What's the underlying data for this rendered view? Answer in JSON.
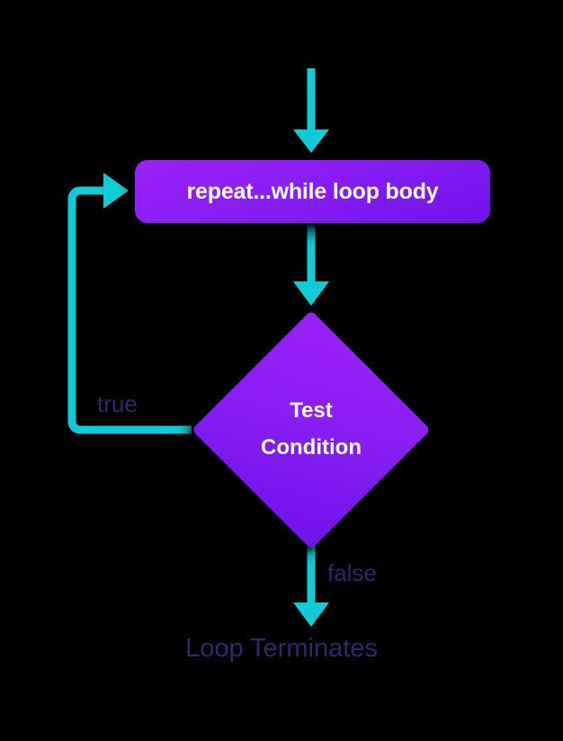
{
  "diagram": {
    "title": "repeat...while loop flowchart",
    "background_color": "#000000",
    "nodes": {
      "process": {
        "label": "repeat...while loop body",
        "shape": "rounded-rectangle",
        "fill_top": "#9B22F7",
        "fill_bottom": "#6F12EA",
        "text_color": "#FFFFFF"
      },
      "decision": {
        "label_line1": "Test",
        "label_line2": "Condition",
        "shape": "diamond",
        "fill_top": "#9B22F7",
        "fill_bottom": "#6F12EA",
        "text_color": "#FFFFFF"
      },
      "terminal": {
        "label": "Loop Terminates",
        "text_color": "#2B2A6B"
      }
    },
    "edges": {
      "entry": {
        "label": "",
        "color": "#0FCCD8",
        "direction": "down"
      },
      "process_to_decision": {
        "label": "",
        "color": "#0FCCD8",
        "direction": "down"
      },
      "true_branch": {
        "label": "true",
        "color": "#0FCCD8",
        "label_color": "#2B2A6B",
        "direction": "loop-back-up"
      },
      "false_branch": {
        "label": "false",
        "color": "#0FCCD8",
        "label_color": "#2B2A6B",
        "direction": "down"
      }
    },
    "accent_color": "#0FCCD8"
  }
}
